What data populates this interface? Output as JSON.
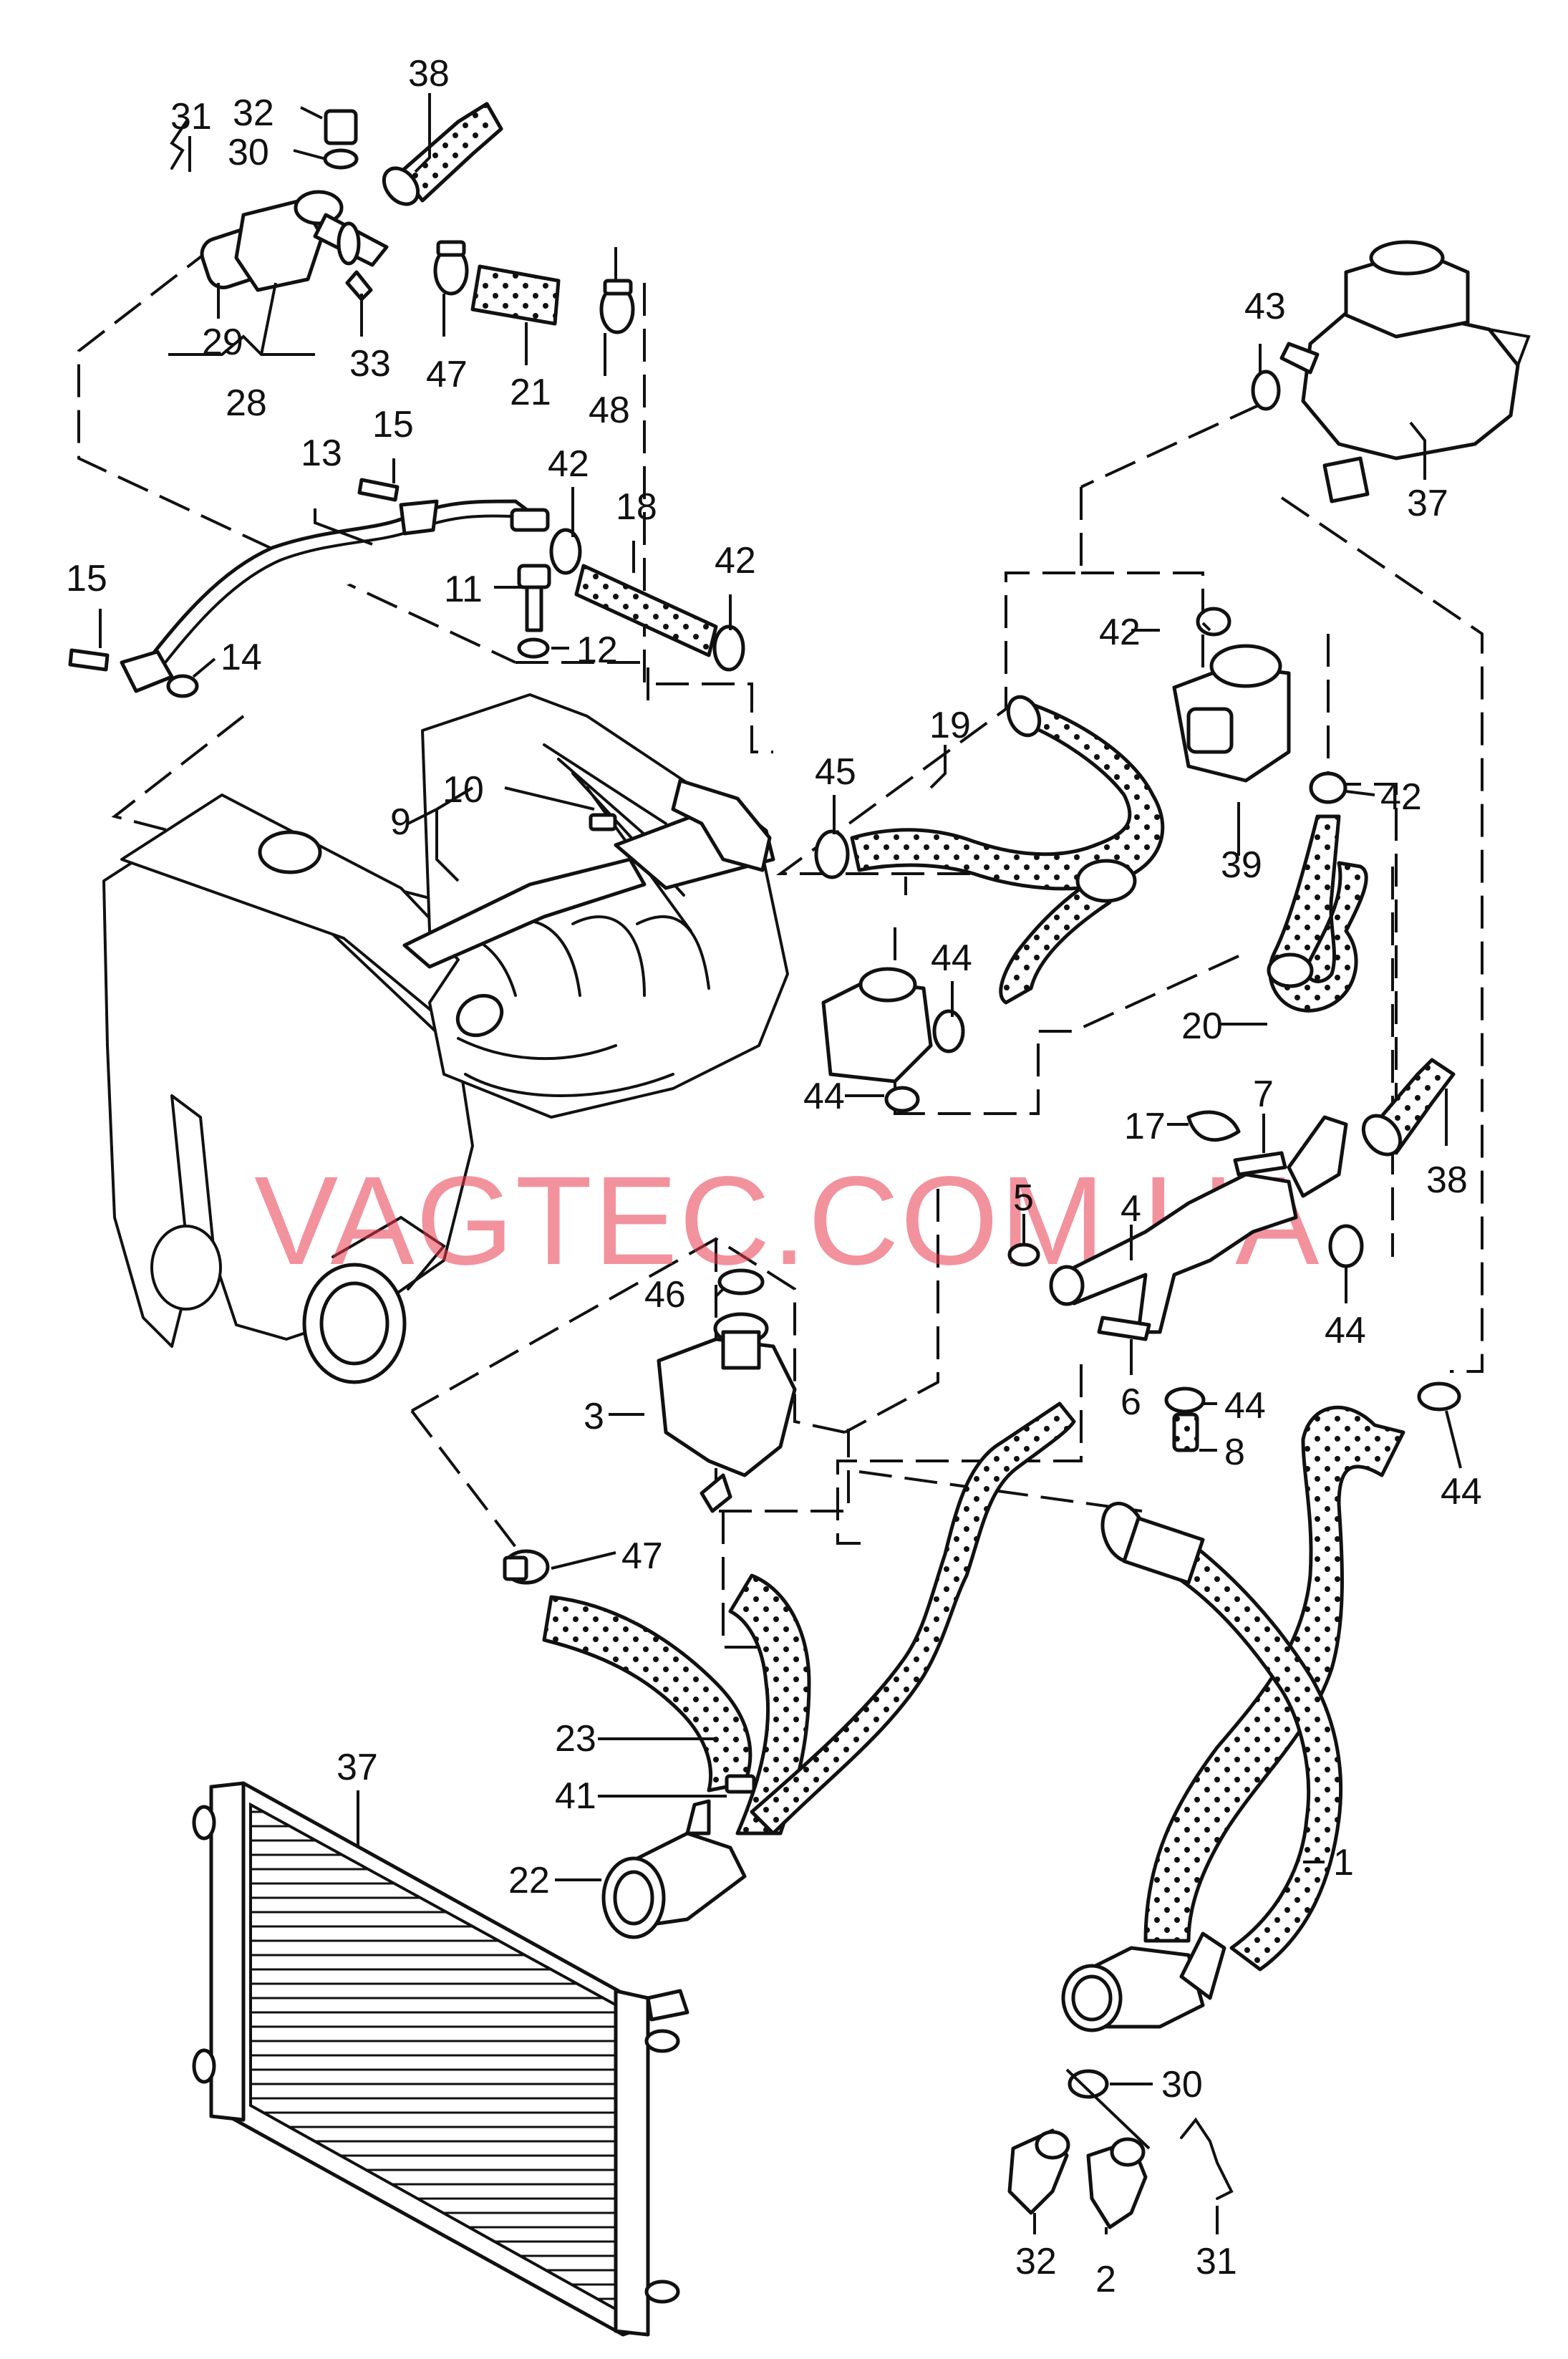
{
  "watermark": "VAGTEC.COM.UA",
  "callouts": [
    {
      "id": "c31a",
      "text": "31"
    },
    {
      "id": "c32a",
      "text": "32"
    },
    {
      "id": "c38a",
      "text": "38"
    },
    {
      "id": "c30a",
      "text": "30"
    },
    {
      "id": "c29",
      "text": "29"
    },
    {
      "id": "c28",
      "text": "28"
    },
    {
      "id": "c33",
      "text": "33"
    },
    {
      "id": "c47a",
      "text": "47"
    },
    {
      "id": "c21",
      "text": "21"
    },
    {
      "id": "c48",
      "text": "48"
    },
    {
      "id": "c43",
      "text": "43"
    },
    {
      "id": "c37a",
      "text": "37"
    },
    {
      "id": "c15a",
      "text": "15"
    },
    {
      "id": "c13",
      "text": "13"
    },
    {
      "id": "c42a",
      "text": "42"
    },
    {
      "id": "c18",
      "text": "18"
    },
    {
      "id": "c11",
      "text": "11"
    },
    {
      "id": "c42b",
      "text": "42"
    },
    {
      "id": "c15b",
      "text": "15"
    },
    {
      "id": "c14",
      "text": "14"
    },
    {
      "id": "c12",
      "text": "12"
    },
    {
      "id": "c42c",
      "text": "42"
    },
    {
      "id": "c19",
      "text": "19"
    },
    {
      "id": "c45",
      "text": "45"
    },
    {
      "id": "c10",
      "text": "10"
    },
    {
      "id": "c9",
      "text": "9"
    },
    {
      "id": "c42d",
      "text": "42"
    },
    {
      "id": "c39",
      "text": "39"
    },
    {
      "id": "c44a",
      "text": "44"
    },
    {
      "id": "c20",
      "text": "20"
    },
    {
      "id": "c44b",
      "text": "44"
    },
    {
      "id": "c17",
      "text": "17"
    },
    {
      "id": "c7",
      "text": "7"
    },
    {
      "id": "c38b",
      "text": "38"
    },
    {
      "id": "c5",
      "text": "5"
    },
    {
      "id": "c4",
      "text": "4"
    },
    {
      "id": "c46",
      "text": "46"
    },
    {
      "id": "c44c",
      "text": "44"
    },
    {
      "id": "c3",
      "text": "3"
    },
    {
      "id": "c6",
      "text": "6"
    },
    {
      "id": "c44d",
      "text": "44"
    },
    {
      "id": "c8",
      "text": "8"
    },
    {
      "id": "c44e",
      "text": "44"
    },
    {
      "id": "c47b",
      "text": "47"
    },
    {
      "id": "c23",
      "text": "23"
    },
    {
      "id": "c37b",
      "text": "37"
    },
    {
      "id": "c41",
      "text": "41"
    },
    {
      "id": "c22",
      "text": "22"
    },
    {
      "id": "c1",
      "text": "1"
    },
    {
      "id": "c30b",
      "text": "30"
    },
    {
      "id": "c31b",
      "text": "31"
    },
    {
      "id": "c32b",
      "text": "32"
    },
    {
      "id": "c2",
      "text": "2"
    }
  ]
}
